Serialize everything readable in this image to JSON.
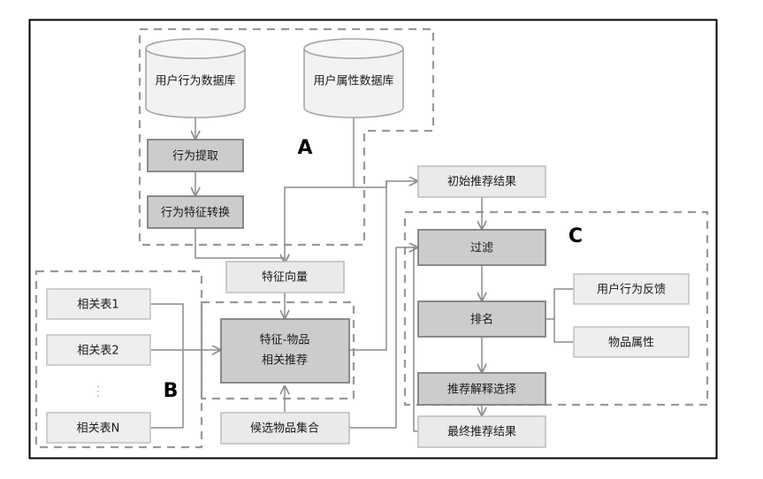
{
  "diagram": {
    "title": "",
    "type": "flowchart",
    "colors": {
      "outer_border": "#000000",
      "dashed_group": "#999999",
      "node_dark_fill": "#cccccc",
      "node_dark_border": "#808080",
      "node_light_fill": "#eaeaea",
      "node_light_border": "#bfbfbf",
      "cylinder_fill": "#f2f2f2",
      "cylinder_border": "#a6a6a6",
      "connector": "#8c8c8c",
      "text": "#1a1a1a",
      "background": "#ffffff"
    },
    "groups": [
      {
        "id": "A",
        "letter": "A",
        "label": "A"
      },
      {
        "id": "B",
        "letter": "B",
        "label": "B"
      },
      {
        "id": "C",
        "letter": "C",
        "label": "C"
      },
      {
        "id": "center",
        "letter": "",
        "label": ""
      }
    ],
    "nodes": [
      {
        "id": "user-behavior-db",
        "label": "用户行为数据库",
        "shape": "cylinder",
        "style": "light"
      },
      {
        "id": "user-attribute-db",
        "label": "用户属性数据库",
        "shape": "cylinder",
        "style": "light"
      },
      {
        "id": "behavior-extraction",
        "label": "行为提取",
        "shape": "rect",
        "style": "dark"
      },
      {
        "id": "behavior-feature-convert",
        "label": "行为特征转换",
        "shape": "rect",
        "style": "dark"
      },
      {
        "id": "feature-vector",
        "label": "特征向量",
        "shape": "rect",
        "style": "light"
      },
      {
        "id": "relation-table-1",
        "label": "相关表1",
        "shape": "rect",
        "style": "light"
      },
      {
        "id": "relation-table-2",
        "label": "相关表2",
        "shape": "rect",
        "style": "light"
      },
      {
        "id": "relation-table-n",
        "label": "相关表N",
        "shape": "rect",
        "style": "light"
      },
      {
        "id": "feature-item-recommend",
        "label_line1": "特征-物品",
        "label_line2": "相关推荐",
        "shape": "rect",
        "style": "dark"
      },
      {
        "id": "candidate-item-set",
        "label": "候选物品集合",
        "shape": "rect",
        "style": "light"
      },
      {
        "id": "initial-recommend-result",
        "label": "初始推荐结果",
        "shape": "rect",
        "style": "light"
      },
      {
        "id": "filter",
        "label": "过滤",
        "shape": "rect",
        "style": "dark"
      },
      {
        "id": "ranking",
        "label": "排名",
        "shape": "rect",
        "style": "dark"
      },
      {
        "id": "recommend-explain-select",
        "label": "推荐解释选择",
        "shape": "rect",
        "style": "dark"
      },
      {
        "id": "final-recommend-result",
        "label": "最终推荐结果",
        "shape": "rect",
        "style": "light"
      },
      {
        "id": "user-behavior-feedback",
        "label": "用户行为反馈",
        "shape": "rect",
        "style": "light"
      },
      {
        "id": "item-attribute",
        "label": "物品属性",
        "shape": "rect",
        "style": "light"
      }
    ],
    "ellipsis": "⋮"
  }
}
